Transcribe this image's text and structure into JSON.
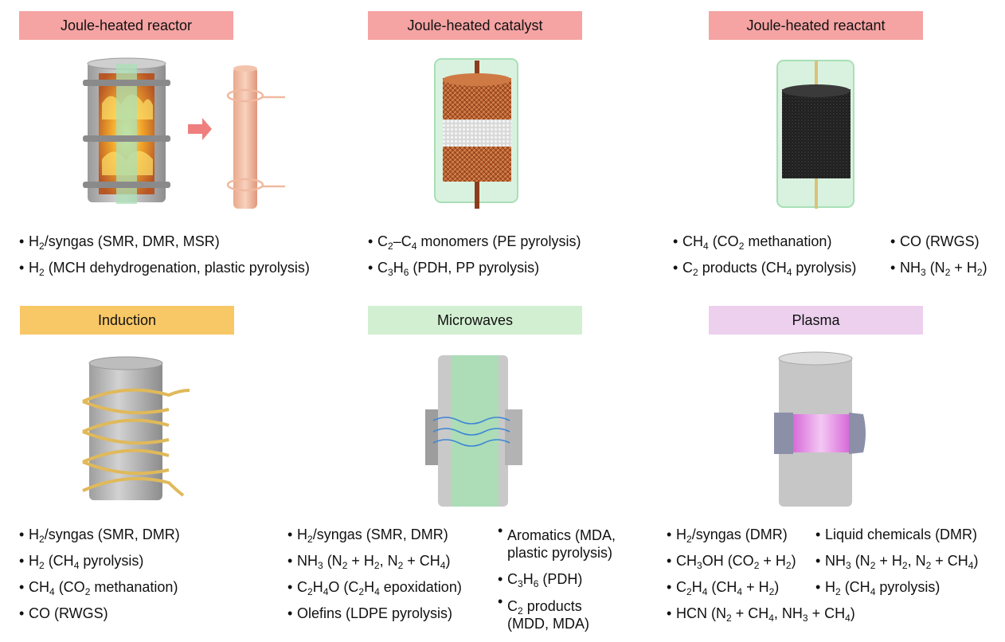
{
  "colors": {
    "joule": "#f6a3a3",
    "induction": "#f8c766",
    "microwaves": "#d2efd2",
    "plasma": "#ecd0ee",
    "arrow": "#ef7f7f",
    "copper": "#c7733f",
    "coil_gold": "#e7c46a",
    "tube_gray": "#b9b9b9",
    "tube_green": "#a9dfb5"
  },
  "panels": [
    {
      "title": "Joule-heated reactor",
      "illustration": "reactor-tube-with-flames-and-copper-tube",
      "items": [
        "H<sub>2</sub>/syngas (SMR, DMR, MSR)",
        "H<sub>2</sub> (MCH dehydrogenation, plastic pyrolysis)"
      ]
    },
    {
      "title": "Joule-heated catalyst",
      "illustration": "copper-mesh-catalyst-bed",
      "items": [
        "C<sub>2</sub>–C<sub>4</sub> monomers (PE pyrolysis)",
        "C<sub>3</sub>H<sub>6</sub> (PDH, PP pyrolysis)"
      ]
    },
    {
      "title": "Joule-heated reactant",
      "illustration": "carbon-bed-reactant",
      "items_left": [
        "CH<sub>4</sub> (CO<sub>2</sub> methanation)",
        "C<sub>2</sub> products (CH<sub>4</sub> pyrolysis)"
      ],
      "items_right": [
        "CO (RWGS)",
        "NH<sub>3</sub> (N<sub>2</sub> + H<sub>2</sub>)"
      ]
    },
    {
      "title": "Induction",
      "illustration": "induction-coil-tube",
      "items": [
        "H<sub>2</sub>/syngas (SMR, DMR)",
        "H<sub>2</sub> (CH<sub>4</sub> pyrolysis)",
        "CH<sub>4</sub> (CO<sub>2</sub> methanation)",
        "CO (RWGS)"
      ]
    },
    {
      "title": "Microwaves",
      "illustration": "microwave-waveguide-tube",
      "items_left": [
        "H<sub>2</sub>/syngas (SMR, DMR)",
        "NH<sub>3</sub> (N<sub>2</sub> + H<sub>2</sub>, N<sub>2</sub> + CH<sub>4</sub>)",
        "C<sub>2</sub>H<sub>4</sub>O (C<sub>2</sub>H<sub>4</sub> epoxidation)",
        "Olefins (LDPE pyrolysis)"
      ],
      "items_right": [
        "Aromatics (MDA,<br>plastic pyrolysis)",
        "C<sub>3</sub>H<sub>6</sub> (PDH)",
        "C<sub>2</sub> products<br>(MDD, MDA)"
      ]
    },
    {
      "title": "Plasma",
      "illustration": "plasma-reactor-tube",
      "items_left": [
        "H<sub>2</sub>/syngas (DMR)",
        "CH<sub>3</sub>OH (CO<sub>2</sub> + H<sub>2</sub>)",
        "C<sub>2</sub>H<sub>4</sub> (CH<sub>4</sub> + H<sub>2</sub>)",
        "HCN (N<sub>2</sub> + CH<sub>4</sub>, NH<sub>3</sub> + CH<sub>4</sub>)"
      ],
      "items_right": [
        "Liquid chemicals (DMR)",
        "NH<sub>3</sub> (N<sub>2</sub> + H<sub>2</sub>, N<sub>2</sub> + CH<sub>4</sub>)",
        "H<sub>2</sub> (CH<sub>4</sub> pyrolysis)"
      ]
    }
  ]
}
